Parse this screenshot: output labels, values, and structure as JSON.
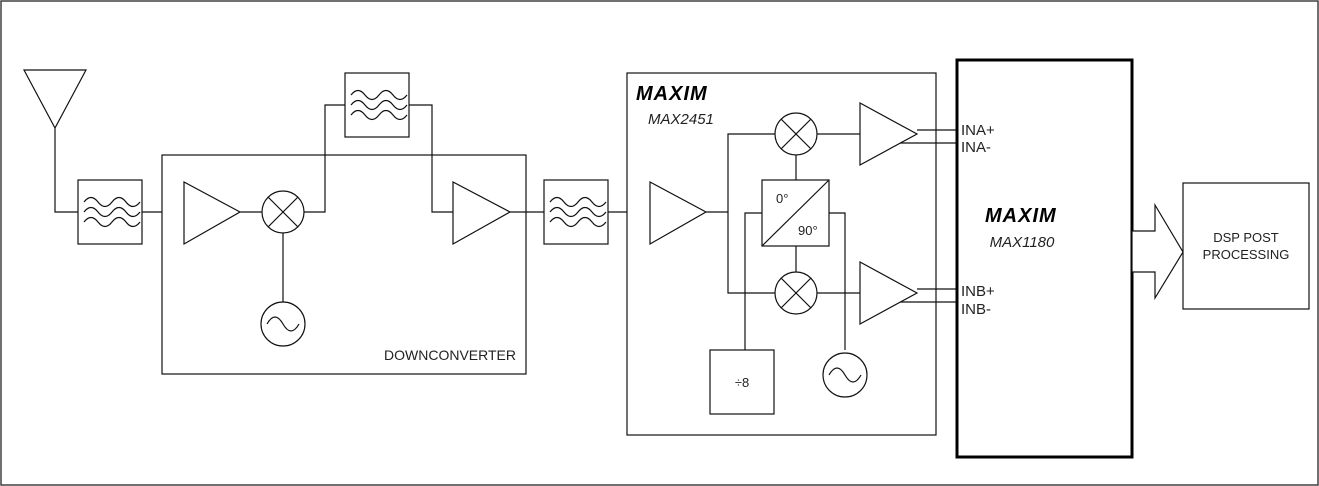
{
  "diagram": {
    "maxim_logo_top": "MAXIM",
    "mixer_ic_part": "MAX2451",
    "phase_0": "0°",
    "phase_90": "90°",
    "divider": "÷8",
    "downconverter": "DOWNCONVERTER",
    "adc_logo": "MAXIM",
    "adc_part": "MAX1180",
    "ina_plus": "INA+",
    "ina_minus": "INA-",
    "inb_plus": "INB+",
    "inb_minus": "INB-",
    "dsp_line1": "DSP POST",
    "dsp_line2": "PROCESSING"
  }
}
